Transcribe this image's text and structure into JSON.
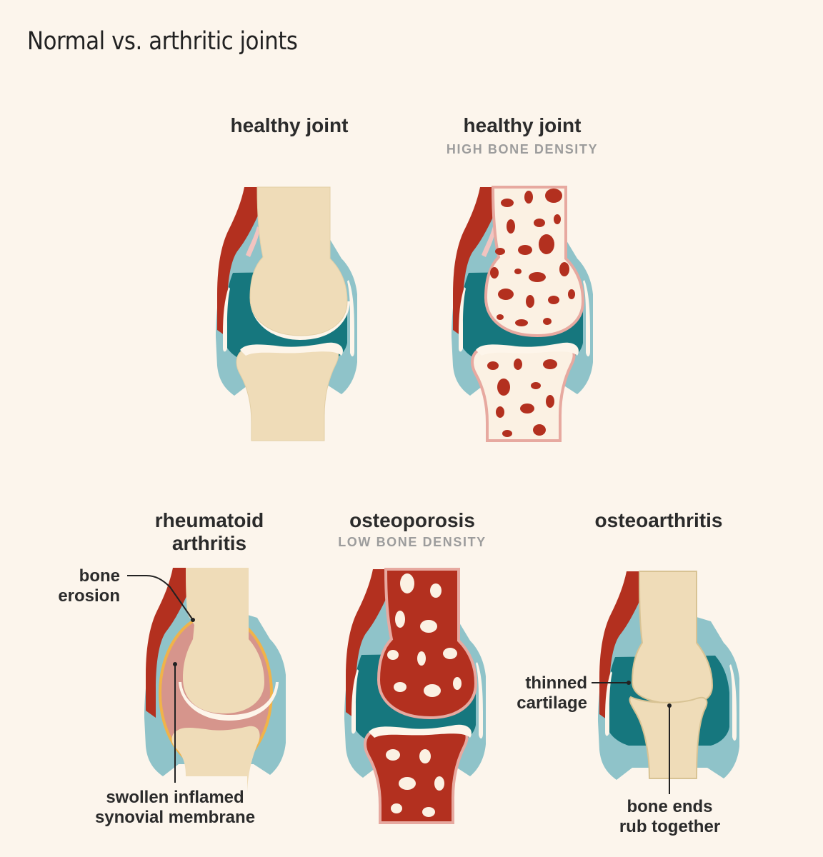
{
  "title": "Normal vs. arthritic joints",
  "panels": {
    "healthy": {
      "title": "healthy joint"
    },
    "healthy_dense": {
      "title": "healthy joint",
      "subtitle": "HIGH BONE DENSITY"
    },
    "rheumatoid": {
      "title_line1": "rheumatoid",
      "title_line2": "arthritis"
    },
    "osteoporosis": {
      "title": "osteoporosis",
      "subtitle": "LOW BONE DENSITY"
    },
    "osteoarthritis": {
      "title": "osteoarthritis"
    }
  },
  "callouts": {
    "bone_erosion": {
      "line1": "bone",
      "line2": "erosion"
    },
    "swollen_membrane": {
      "line1": "swollen inflamed",
      "line2": "synovial membrane"
    },
    "thinned_cartilage": {
      "line1": "thinned",
      "line2": "cartilage"
    },
    "bone_ends": {
      "line1": "bone ends",
      "line2": "rub together"
    }
  },
  "colors": {
    "background": "#fcf5ec",
    "muscle": "#b3301f",
    "capsule": "#8fc3c9",
    "synovial_fluid": "#16777e",
    "bone": "#efdcb8",
    "marrow_red": "#b3301f",
    "cartilage": "#fdf5ea",
    "inflamed": "#d6958c"
  }
}
